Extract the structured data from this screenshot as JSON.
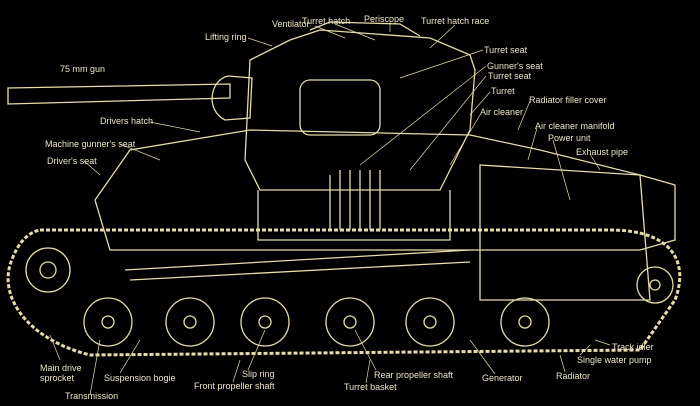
{
  "colors": {
    "background": "#000000",
    "line": "#e6dcaa",
    "text": "#ece6c8"
  },
  "labels": {
    "ventilator": "Ventilator",
    "turret_hatch": "Turret hatch",
    "periscope": "Periscope",
    "turret_hatch_race": "Turret hatch race",
    "lifting_ring": "Lifting ring",
    "turret_seat_1": "Turret seat",
    "gun": "75 mm gun",
    "gunners_seat": "Gunner's seat",
    "turret_seat_2": "Turret seat",
    "turret": "Turret",
    "radiator_filler_cover": "Radiator filler cover",
    "air_cleaner": "Air cleaner",
    "drivers_hatch": "Drivers hatch",
    "air_cleaner_manifold": "Air cleaner manifold",
    "power_unit": "Power unit",
    "machine_gunners_seat": "Machine gunner's seat",
    "exhaust_pipe": "Exhaust pipe",
    "drivers_seat": "Driver's seat",
    "track_idler": "Track idler",
    "single_water_pump": "Single water pump",
    "main_drive_sprocket_1": "Main drive",
    "main_drive_sprocket_2": "sprocket",
    "suspension_bogie": "Suspension bogie",
    "slip_ring": "Slip ring",
    "rear_propeller_shaft": "Rear propeller shaft",
    "generator": "Generator",
    "radiator": "Radiator",
    "front_propeller_shaft": "Front propeller shaft",
    "turret_basket": "Turret basket",
    "transmission": "Transmission"
  }
}
